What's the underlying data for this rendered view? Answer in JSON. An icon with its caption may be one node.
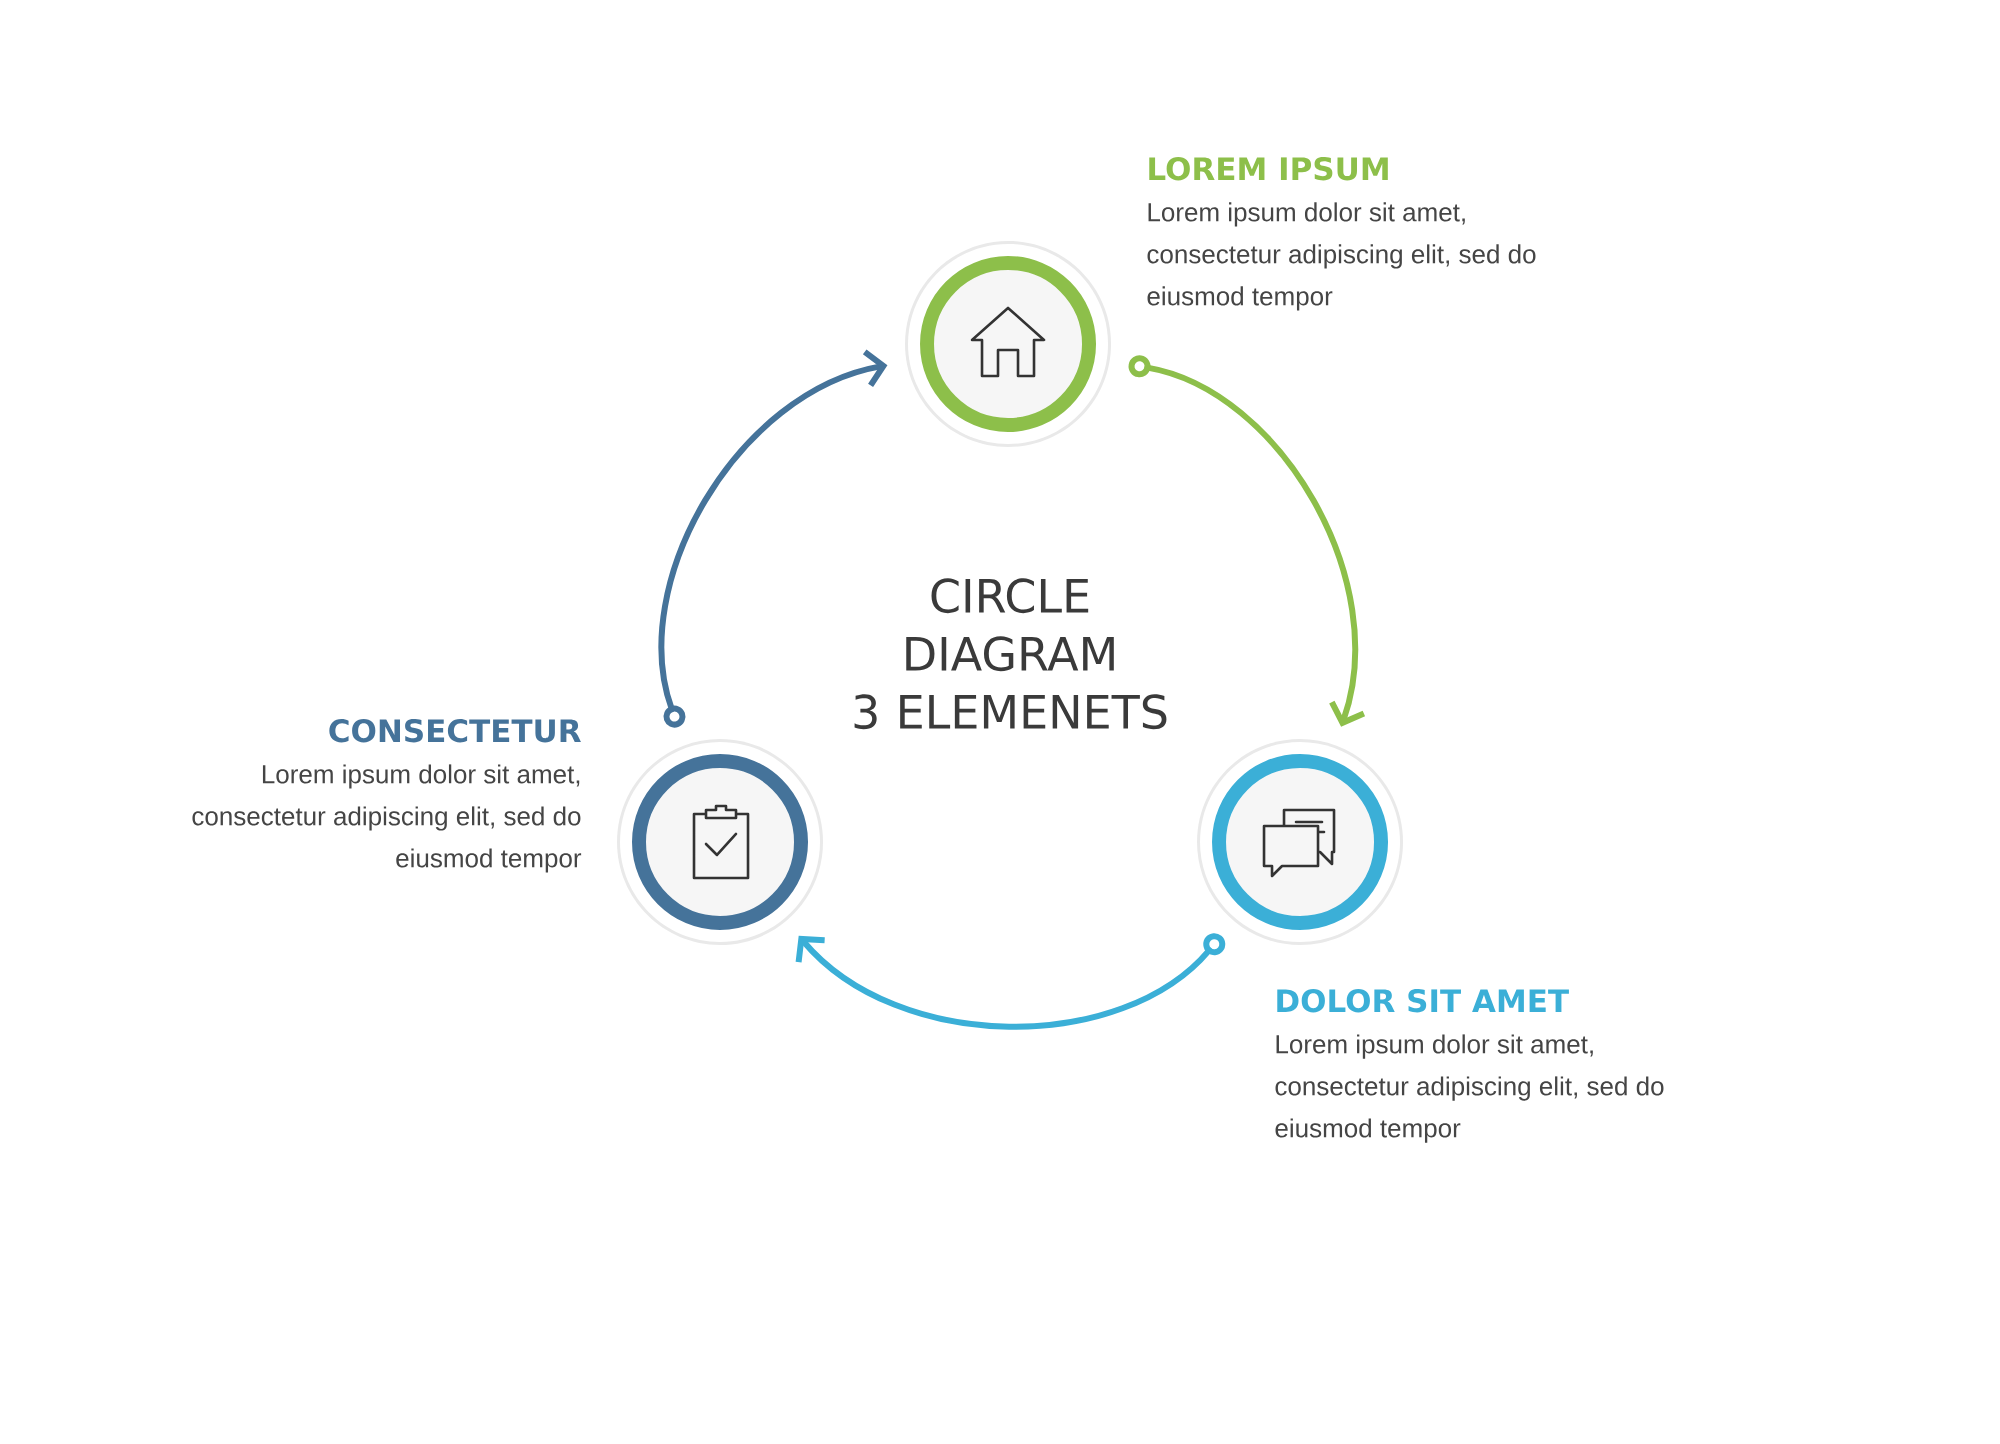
{
  "diagram": {
    "title": "CIRCLE DIAGRAM 3 ELEMENETS",
    "nodes": [
      {
        "text": [],
        "shape": "circle",
        "beside": [
          "LOREM IPSUM",
          "Lorem ipsum dolor sit amet, consectetur adipiscing elit, sed do eiusmod tempor"
        ]
      },
      {
        "text": [],
        "shape": "circle",
        "beside": [
          "CONSECTETUR",
          "Lorem ipsum dolor sit amet, consectetur adipiscing elit, sed do eiusmod tempor"
        ]
      },
      {
        "text": [],
        "shape": "circle",
        "beside": [
          "DOLOR SIT AMET",
          "Lorem ipsum dolor sit amet, consectetur adipiscing elit, sed do eiusmod tempor"
        ]
      }
    ],
    "edges": [
      {
        "from": 0,
        "to": 2,
        "arrow": "to",
        "color": "#8dbf4a"
      },
      {
        "from": 2,
        "to": 1,
        "arrow": "to",
        "color": "#3bafd7"
      },
      {
        "from": 1,
        "to": 0,
        "arrow": "to",
        "color": "#45739a"
      }
    ]
  }
}
